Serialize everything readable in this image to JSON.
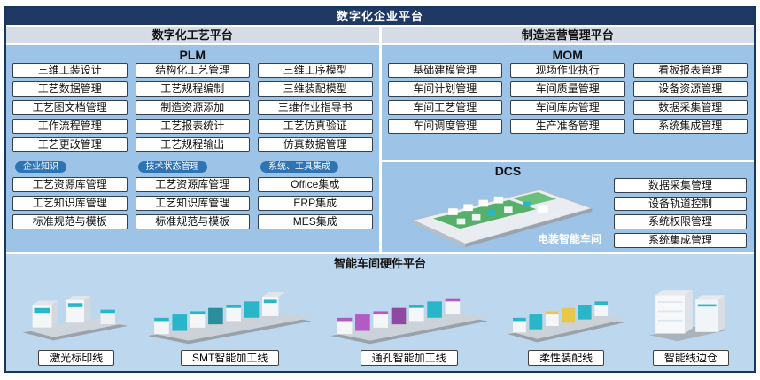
{
  "banner": {
    "title": "数字化企业平台"
  },
  "left_panel": {
    "title": "数字化工艺平台",
    "plm": {
      "title": "PLM",
      "columns": [
        [
          "三维工装设计",
          "工艺数据管理",
          "工艺图文档管理",
          "工作流程管理",
          "工艺更改管理"
        ],
        [
          "结构化工艺管理",
          "工艺规程编制",
          "制造资源添加",
          "工艺报表统计",
          "工艺规程输出"
        ],
        [
          "三维工序模型",
          "三维装配模型",
          "三维作业指导书",
          "工艺仿真验证",
          "仿真数据管理"
        ]
      ]
    },
    "groups": [
      {
        "badge": "企业知识",
        "items": [
          "工艺资源库管理",
          "工艺知识库管理",
          "标准规范与模板"
        ]
      },
      {
        "badge": "技术状态管理",
        "items": [
          "工艺资源库管理",
          "工艺知识库管理",
          "标准规范与模板"
        ]
      },
      {
        "badge": "系统、工具集成",
        "items": [
          "Office集成",
          "ERP集成",
          "MES集成"
        ]
      }
    ]
  },
  "right_panel": {
    "title": "制造运营管理平台",
    "mom": {
      "title": "MOM",
      "columns": [
        [
          "基础建模管理",
          "车间计划管理",
          "车间工艺管理",
          "车间调度管理"
        ],
        [
          "现场作业执行",
          "车间质量管理",
          "车间库房管理",
          "生产准备管理"
        ],
        [
          "看板报表管理",
          "设备资源管理",
          "数据采集管理",
          "系统集成管理"
        ]
      ]
    },
    "dcs": {
      "title": "DCS",
      "caption": "电装智能车间",
      "items": [
        "数据采集管理",
        "设备轨道控制",
        "系统权限管理",
        "系统集成管理"
      ]
    }
  },
  "bottom": {
    "title": "智能车间硬件平台",
    "lines": [
      {
        "label": "激光标印线"
      },
      {
        "label": "SMT智能加工线"
      },
      {
        "label": "通孔智能加工线"
      },
      {
        "label": "柔性装配线"
      },
      {
        "label": "智能线边仓"
      }
    ]
  },
  "colors": {
    "banner_bg": "#1f3864",
    "panel_header_bg": "#d6dce5",
    "panel_body_bg": "#9dc3e6",
    "bottom_bg": "#bdd7ee",
    "badge_bg": "#2e74b5",
    "box_border": "#33404f"
  }
}
